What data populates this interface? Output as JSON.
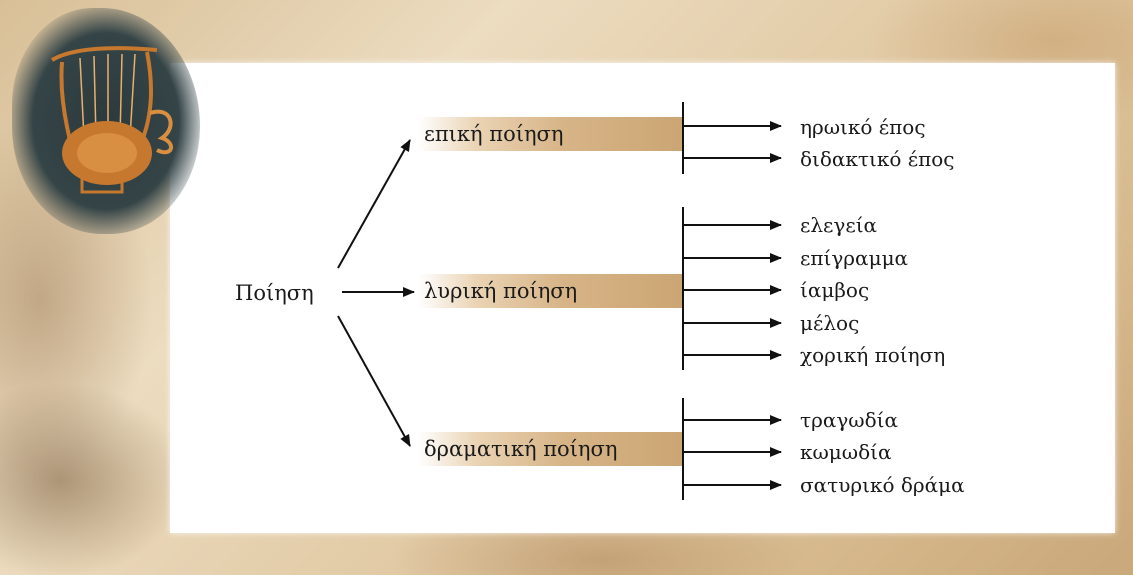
{
  "root": {
    "label": "Ποίηση"
  },
  "branches": [
    {
      "label": "επική ποίηση",
      "children": [
        "ηρωικό έπος",
        "διδακτικό έπος"
      ]
    },
    {
      "label": "λυρική ποίηση",
      "children": [
        "ελεγεία",
        "επίγραμμα",
        "ίαμβος",
        "μέλος",
        "χορική ποίηση"
      ]
    },
    {
      "label": "δραματική ποίηση",
      "children": [
        "τραγωδία",
        "κωμωδία",
        "σατυρικό δράμα"
      ]
    }
  ],
  "colors": {
    "highlight": "#d2ae80",
    "lyre": "#c5782e",
    "badge_background": "#344447",
    "arrow": "#111111"
  }
}
